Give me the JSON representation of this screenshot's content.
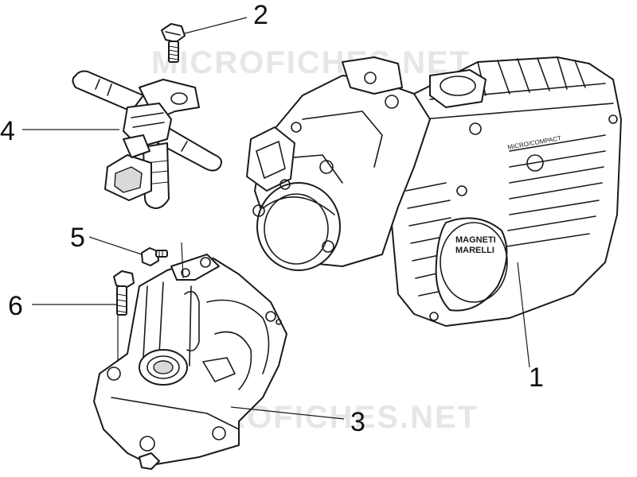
{
  "watermark": "MICROFICHES.NET",
  "callouts": [
    {
      "id": "1",
      "label": "1"
    },
    {
      "id": "2",
      "label": "2"
    },
    {
      "id": "3",
      "label": "3"
    },
    {
      "id": "4",
      "label": "4"
    },
    {
      "id": "5",
      "label": "5"
    },
    {
      "id": "6",
      "label": "6"
    }
  ],
  "brand_plate": {
    "logo_line1": "MAGNETI",
    "logo_line2": "MARELLI",
    "housing_print": "MICRO/COMPACT"
  },
  "colors": {
    "line": "#1a1a1a",
    "watermark": "#e6e6e6",
    "background": "#ffffff"
  }
}
